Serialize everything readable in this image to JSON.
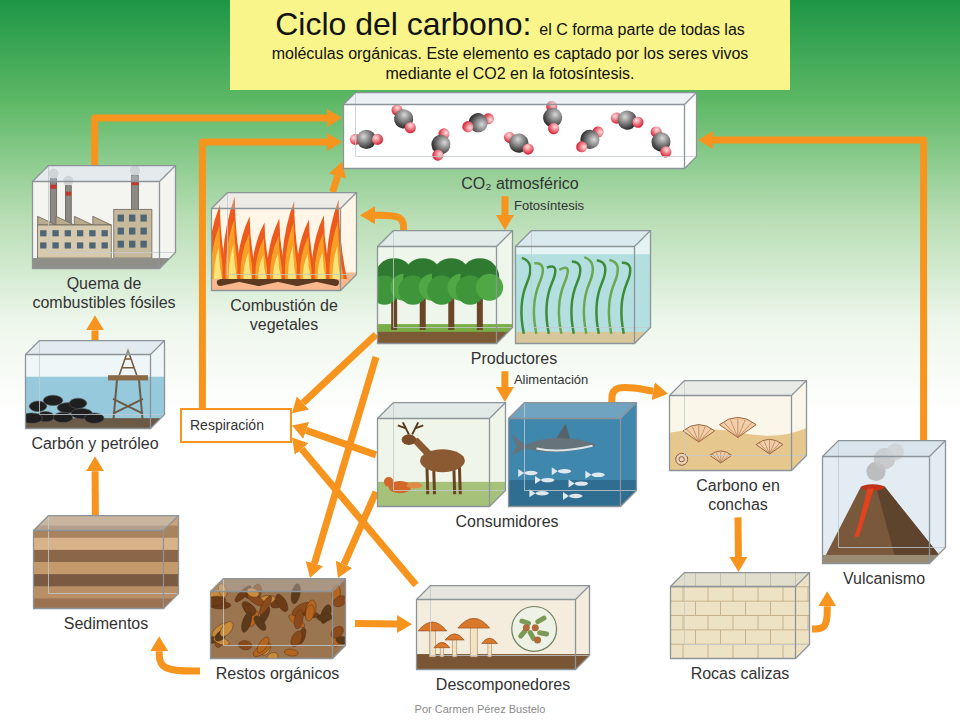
{
  "diagram": {
    "title": "Ciclo del carbono:",
    "caption": "el C forma parte de todas las moléculas orgánicas. Este elemento es captado por los seres vivos mediante el CO2 en la fotosíntesis.",
    "nodes": [
      {
        "text": [
          "CO₂ atmosférico"
        ]
      },
      {
        "text": [
          "Quema de combustibles fósiles"
        ]
      },
      {
        "text": [
          "Combustión de vegetales"
        ]
      },
      {
        "text": [
          "Productores"
        ]
      },
      {
        "text": [
          "Carbón y petróleo"
        ]
      },
      {
        "text": [
          "Respiración"
        ]
      },
      {
        "text": [
          "Consumidores"
        ]
      },
      {
        "text": [
          "Carbono en conchas"
        ]
      },
      {
        "text": [
          "Vulcanismo"
        ]
      },
      {
        "text": [
          "Sedimentos"
        ]
      },
      {
        "text": [
          "Restos orgánicos"
        ]
      },
      {
        "text": [
          "Descomponedores"
        ]
      },
      {
        "text": [
          "Rocas calizas"
        ]
      }
    ],
    "edges": [
      {
        "from": 1,
        "to": 0,
        "arrow": "to"
      },
      {
        "from": 2,
        "to": 0,
        "arrow": "to"
      },
      {
        "from": 5,
        "to": 0,
        "arrow": "to"
      },
      {
        "from": 0,
        "to": 3,
        "label": "Fotosíntesis",
        "arrow": "to"
      },
      {
        "from": 3,
        "to": 2,
        "arrow": "to"
      },
      {
        "from": 3,
        "to": 6,
        "label": "Alimentación",
        "arrow": "to"
      },
      {
        "from": 3,
        "to": 5,
        "arrow": "to"
      },
      {
        "from": 3,
        "to": 10,
        "arrow": "to"
      },
      {
        "from": 6,
        "to": 5,
        "arrow": "to"
      },
      {
        "from": 6,
        "to": 10,
        "arrow": "to"
      },
      {
        "from": 6,
        "to": 7,
        "arrow": "to"
      },
      {
        "from": 11,
        "to": 5,
        "arrow": "to"
      },
      {
        "from": 10,
        "to": 11,
        "arrow": "to"
      },
      {
        "from": 10,
        "to": 9,
        "arrow": "to"
      },
      {
        "from": 9,
        "to": 4,
        "arrow": "to"
      },
      {
        "from": 4,
        "to": 1,
        "arrow": "to"
      },
      {
        "from": 7,
        "to": 12,
        "arrow": "to"
      },
      {
        "from": 12,
        "to": 8,
        "arrow": "to"
      },
      {
        "from": 8,
        "to": 0,
        "arrow": "to"
      }
    ],
    "labels": [
      "Por Carmen Pérez Bustelo"
    ]
  }
}
